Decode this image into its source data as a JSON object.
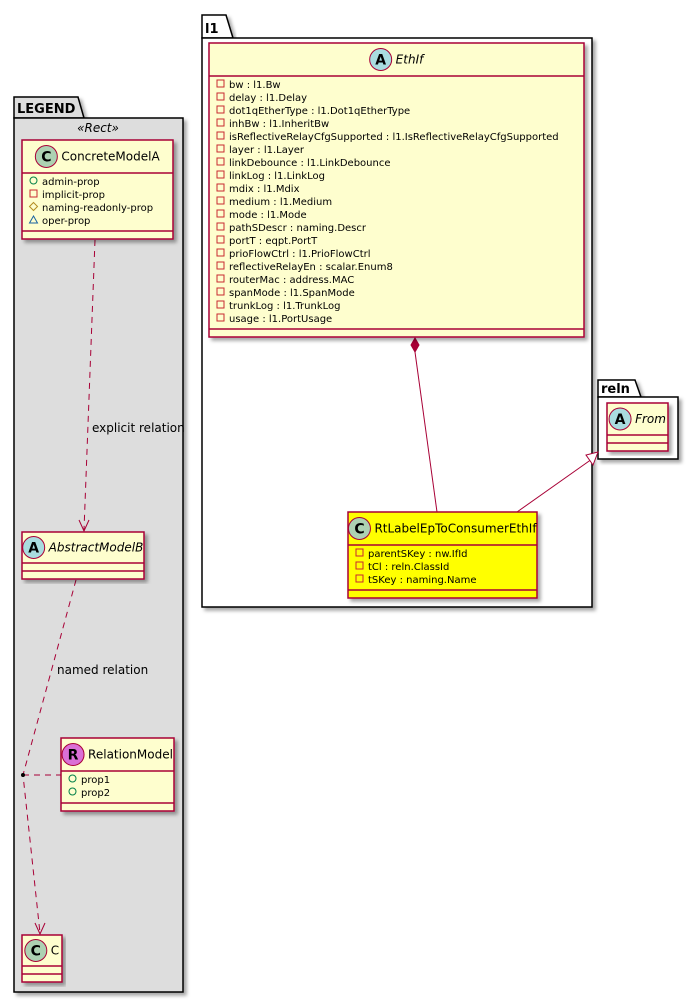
{
  "colors": {
    "class_fill": "#FEFECE",
    "class_border": "#A80036",
    "highlight_fill": "#FFFF00",
    "legend_fill": "#DDDDDD",
    "icon_class": "#ADD1B2",
    "icon_abstract": "#A9DCDF",
    "icon_relation": "#DA70D6",
    "vis_private": "#C82930",
    "vis_public": "#038048",
    "vis_protected": "#B38D22",
    "vis_package": "#1963A0"
  },
  "packages": {
    "l1": {
      "name": "l1"
    },
    "reln": {
      "name": "reln"
    },
    "legend": {
      "name": "LEGEND",
      "stereotype": "«Rect»"
    }
  },
  "classes": {
    "ethif": {
      "name": "EthIf",
      "icon": "A",
      "abstract": true,
      "attributes": [
        {
          "vis": "private",
          "text": "bw : l1.Bw"
        },
        {
          "vis": "private",
          "text": "delay : l1.Delay"
        },
        {
          "vis": "private",
          "text": "dot1qEtherType : l1.Dot1qEtherType"
        },
        {
          "vis": "private",
          "text": "inhBw : l1.InheritBw"
        },
        {
          "vis": "private",
          "text": "isReflectiveRelayCfgSupported : l1.IsReflectiveRelayCfgSupported"
        },
        {
          "vis": "private",
          "text": "layer : l1.Layer"
        },
        {
          "vis": "private",
          "text": "linkDebounce : l1.LinkDebounce"
        },
        {
          "vis": "private",
          "text": "linkLog : l1.LinkLog"
        },
        {
          "vis": "private",
          "text": "mdix : l1.Mdix"
        },
        {
          "vis": "private",
          "text": "medium : l1.Medium"
        },
        {
          "vis": "private",
          "text": "mode : l1.Mode"
        },
        {
          "vis": "private",
          "text": "pathSDescr : naming.Descr"
        },
        {
          "vis": "private",
          "text": "portT : eqpt.PortT"
        },
        {
          "vis": "private",
          "text": "prioFlowCtrl : l1.PrioFlowCtrl"
        },
        {
          "vis": "private",
          "text": "reflectiveRelayEn : scalar.Enum8"
        },
        {
          "vis": "private",
          "text": "routerMac : address.MAC"
        },
        {
          "vis": "private",
          "text": "spanMode : l1.SpanMode"
        },
        {
          "vis": "private",
          "text": "trunkLog : l1.TrunkLog"
        },
        {
          "vis": "private",
          "text": "usage : l1.PortUsage"
        }
      ]
    },
    "rtlabel": {
      "name": "RtLabelEpToConsumerEthIf",
      "icon": "C",
      "abstract": false,
      "attributes": [
        {
          "vis": "private",
          "text": "parentSKey : nw.IfId"
        },
        {
          "vis": "private",
          "text": "tCl : reln.ClassId"
        },
        {
          "vis": "private",
          "text": "tSKey : naming.Name"
        }
      ]
    },
    "from": {
      "name": "From",
      "icon": "A",
      "abstract": true,
      "attributes": []
    },
    "concrete": {
      "name": "ConcreteModelA",
      "icon": "C",
      "abstract": false,
      "attributes": [
        {
          "vis": "public",
          "text": "admin-prop"
        },
        {
          "vis": "private",
          "text": "implicit-prop"
        },
        {
          "vis": "protected",
          "text": "naming-readonly-prop"
        },
        {
          "vis": "package",
          "text": "oper-prop"
        }
      ]
    },
    "abstractb": {
      "name": "AbstractModelB",
      "icon": "A",
      "abstract": true,
      "attributes": []
    },
    "relation": {
      "name": "RelationModel",
      "icon": "R",
      "abstract": false,
      "attributes": [
        {
          "vis": "public",
          "text": "prop1"
        },
        {
          "vis": "public",
          "text": "prop2"
        }
      ]
    },
    "c": {
      "name": "C",
      "icon": "C",
      "abstract": false,
      "attributes": []
    }
  },
  "relations": {
    "explicit": "explicit relation",
    "named": "named relation"
  }
}
